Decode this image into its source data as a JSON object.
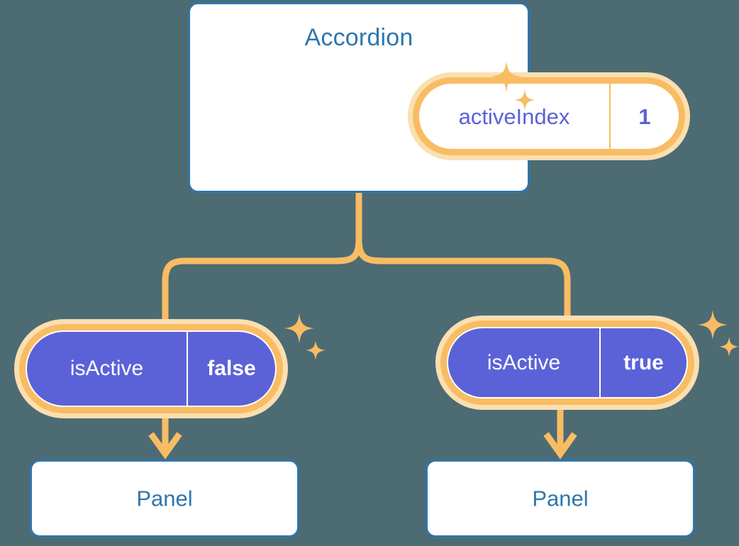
{
  "theme": {
    "background": "#4d6b73",
    "card_border": "#2e76ac",
    "card_fill": "#ffffff",
    "heading_color": "#2e76ac",
    "pill_purple": "#5b62d8",
    "pill_ring_orange": "#f8bc63",
    "pill_glow_peach": "#fbdfb0",
    "connector_orange": "#f8bc63"
  },
  "parent": {
    "title": "Accordion",
    "state": {
      "key": "activeIndex",
      "value": "1"
    }
  },
  "children": [
    {
      "id": "left",
      "state": {
        "key": "isActive",
        "value": "false"
      },
      "panel": {
        "title": "Panel"
      }
    },
    {
      "id": "right",
      "state": {
        "key": "isActive",
        "value": "true"
      },
      "panel": {
        "title": "Panel"
      }
    }
  ],
  "decorations": {
    "sparkle_big": "sparkle-4-point-large",
    "sparkle_small": "sparkle-4-point-small"
  }
}
